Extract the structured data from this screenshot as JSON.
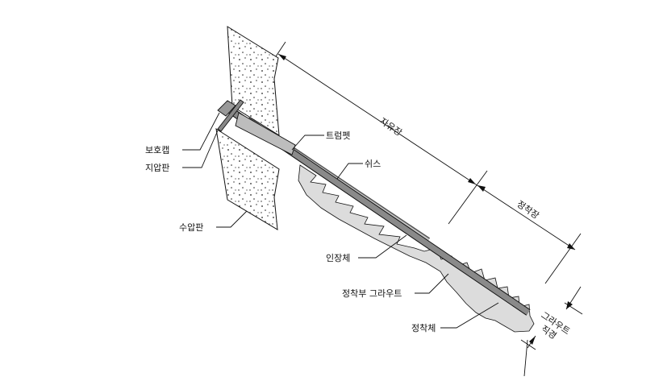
{
  "labels": {
    "protective_cap": "보호캡",
    "bearing_plate": "지압판",
    "waterproof_plate": "수압판",
    "trumpet": "트럼펫",
    "sheath": "쉬스",
    "tendon": "인장체",
    "anchor_grout": "정착부 그라우트",
    "anchor_body": "정착체"
  },
  "dimensions": {
    "free_length": "자유장",
    "anchor_length": "정착장",
    "grout_diameter_line1": "그라우트",
    "grout_diameter_line2": "직경"
  },
  "colors": {
    "grout_fill": "#dcdcdc",
    "tendon_fill": "#8a8a8a",
    "line": "#111111"
  }
}
